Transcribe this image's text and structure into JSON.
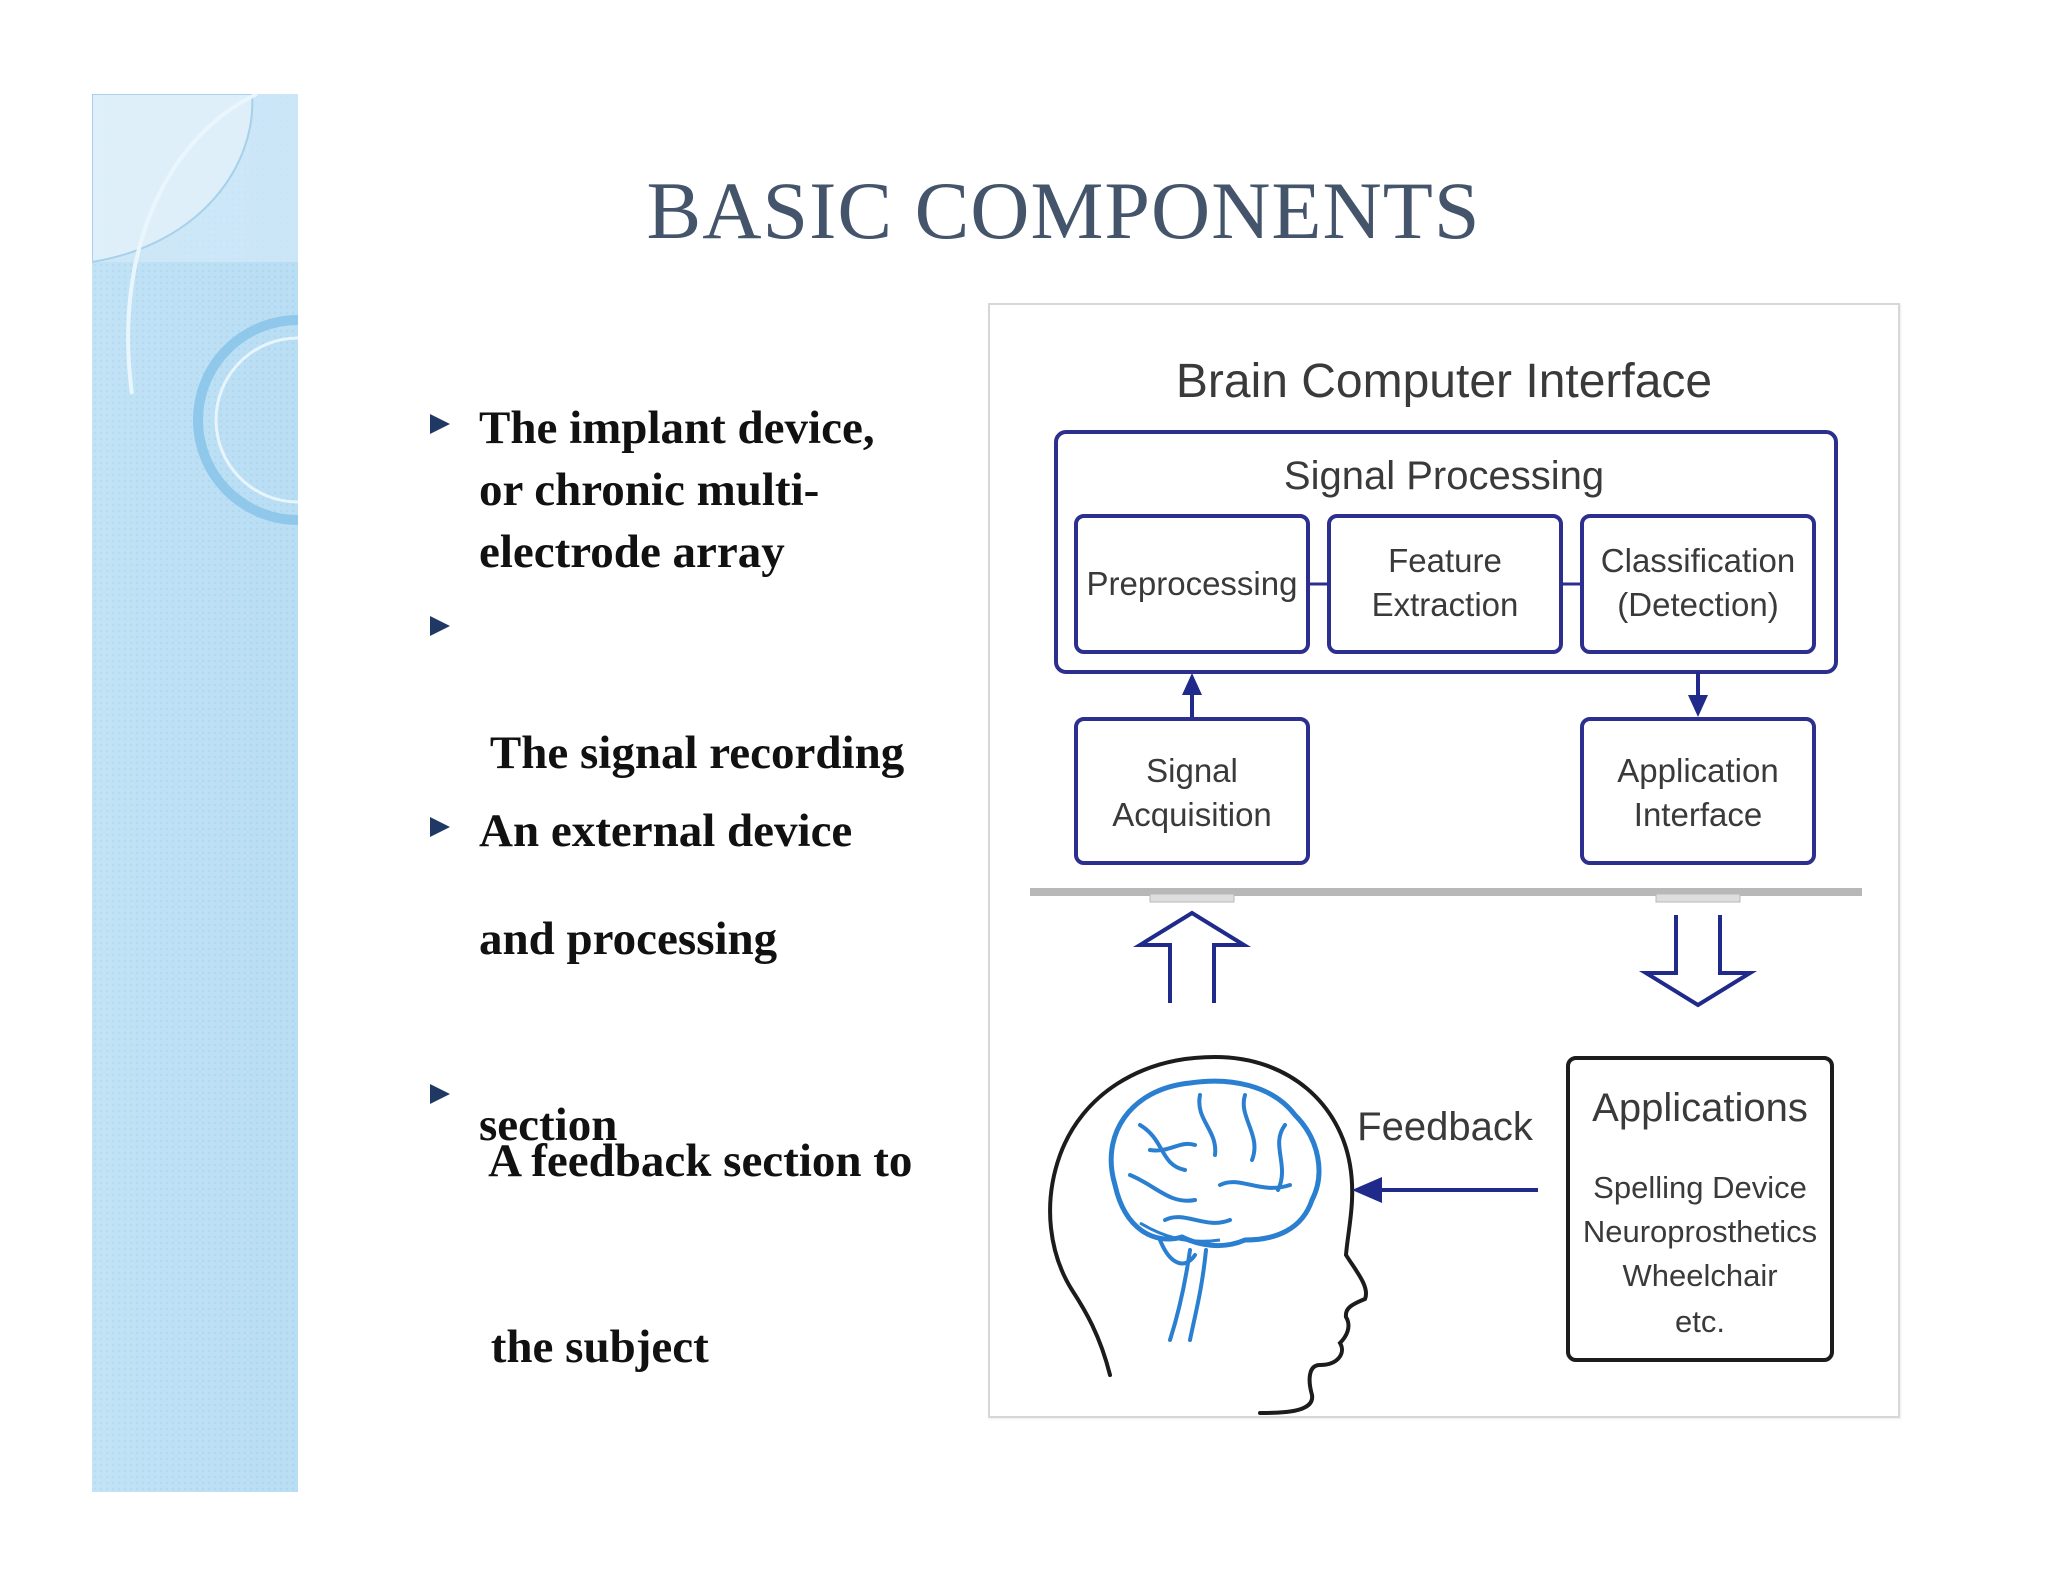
{
  "slide": {
    "title": "BASIC COMPONENTS",
    "bullets": [
      {
        "lines": [
          "The implant device,",
          "or chronic multi-",
          "electrode array"
        ]
      },
      {
        "lines": [
          " The signal recording",
          "and processing",
          "section"
        ]
      },
      {
        "lines": [
          "An external device"
        ]
      },
      {
        "lines": [
          " A feedback section to",
          " the subject"
        ]
      }
    ]
  },
  "diagram": {
    "title": "Brain Computer Interface",
    "signal_processing": "Signal Processing",
    "preprocessing": "Preprocessing",
    "feature_extraction": [
      "Feature",
      "Extraction"
    ],
    "classification": [
      "Classification",
      "(Detection)"
    ],
    "signal_acquisition": [
      "Signal",
      "Acquisition"
    ],
    "application_interface": [
      "Application",
      "Interface"
    ],
    "feedback": "Feedback",
    "applications_title": "Applications",
    "applications_items": [
      "Spelling Device",
      "Neuroprosthetics",
      "Wheelchair",
      "etc."
    ]
  },
  "colors": {
    "title": "#44546a",
    "box_stroke": "#2d2f8f",
    "arrow": "#1f2a8a",
    "brain": "#2a7fd0",
    "strip_light": "#d8ecf8",
    "strip_mid": "#b6dbf2"
  }
}
